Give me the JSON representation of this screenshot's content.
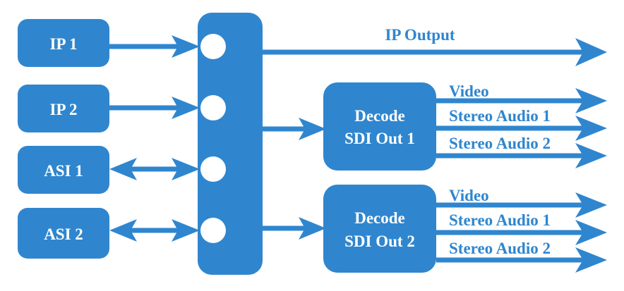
{
  "colors": {
    "accent": "#2f86cf",
    "background": "#ffffff"
  },
  "inputs": [
    {
      "label": "IP 1",
      "direction": "in"
    },
    {
      "label": "IP 2",
      "direction": "in"
    },
    {
      "label": "ASI 1",
      "direction": "bidirectional"
    },
    {
      "label": "ASI 2",
      "direction": "bidirectional"
    }
  ],
  "ip_output": {
    "label": "IP Output"
  },
  "decoders": [
    {
      "line1": "Decode",
      "line2": "SDI Out 1",
      "outputs": [
        "Video",
        "Stereo Audio 1",
        "Stereo Audio 2"
      ]
    },
    {
      "line1": "Decode",
      "line2": "SDI Out 2",
      "outputs": [
        "Video",
        "Stereo Audio 1",
        "Stereo Audio 2"
      ]
    }
  ]
}
